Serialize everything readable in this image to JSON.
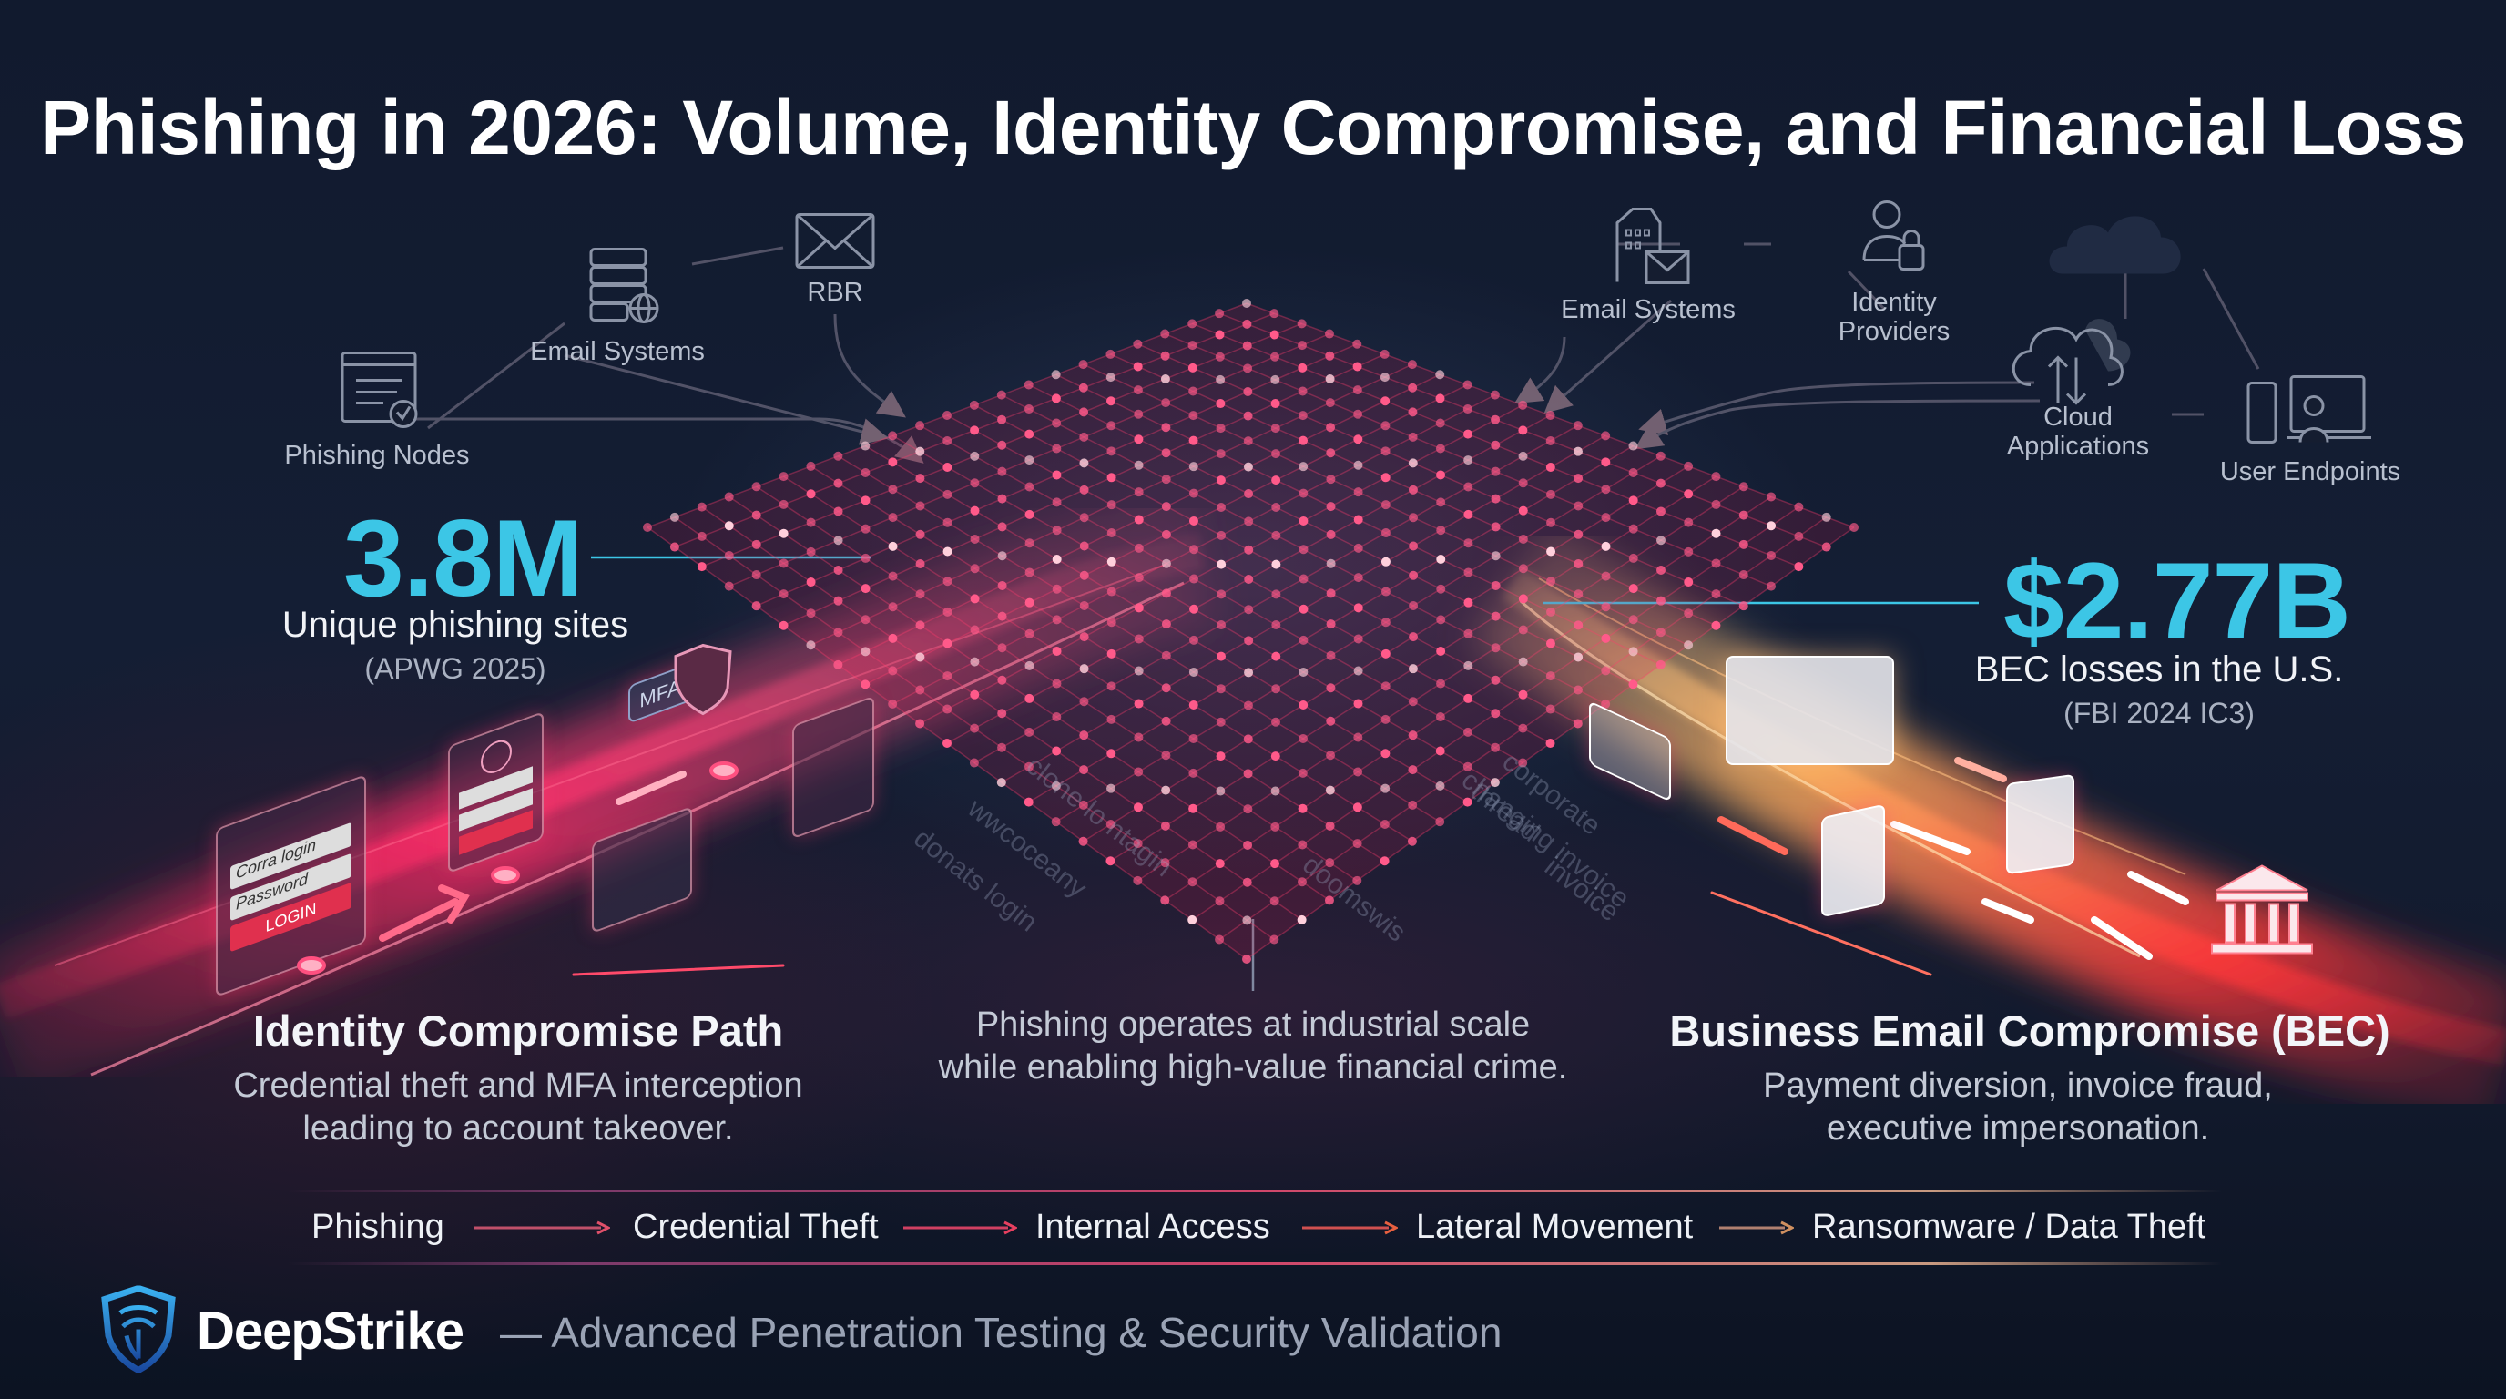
{
  "title": "Phishing in 2026: Volume, Identity Compromise, and Financial Loss",
  "left_nodes": [
    {
      "label": "Phishing Nodes",
      "icon": "browser-check-icon"
    },
    {
      "label": "Email Systems",
      "icon": "server-globe-icon"
    },
    {
      "label": "RBR",
      "icon": "envelope-icon"
    }
  ],
  "right_nodes": [
    {
      "label": "Email Systems",
      "icon": "building-mail-icon"
    },
    {
      "label_line1": "Identity",
      "label_line2": "Providers",
      "icon": "user-lock-icon"
    },
    {
      "label_line1": "Cloud",
      "label_line2": "Applications",
      "icon": "cloud-sync-icon"
    },
    {
      "label": "User Endpoints",
      "icon": "devices-user-icon"
    }
  ],
  "stat_left": {
    "value": "3.8M",
    "label": "Unique phishing sites",
    "source": "(APWG 2025)"
  },
  "stat_right": {
    "value": "$2.77B",
    "label": "BEC losses in the U.S.",
    "source": "(FBI 2024 IC3)"
  },
  "identity_path": {
    "title": "Identity Compromise Path",
    "desc_line1": "Credential theft and MFA interception",
    "desc_line2": "leading to account takeover."
  },
  "center_note": {
    "line1": "Phishing operates at industrial scale",
    "line2": "while enabling high-value financial crime."
  },
  "bec": {
    "title": "Business Email Compromise (BEC)",
    "desc_line1": "Payment diversion, invoice fraud,",
    "desc_line2": "executive impersonation."
  },
  "cards": {
    "mfa": "MFA",
    "login": "LOGIN",
    "username": "Corra login",
    "password": "Password"
  },
  "diagonal_words": [
    "clone lo ntagin",
    "wwcoceany",
    "donats login",
    "invoice",
    "doomswis",
    "changing invoice",
    "thread",
    "corporate"
  ],
  "flow": [
    "Phishing",
    "Credential Theft",
    "Internal Access",
    "Lateral Movement",
    "Ransomware / Data Theft"
  ],
  "footer": {
    "brand": "DeepStrike",
    "tagline": "— Advanced Penetration Testing & Security Validation"
  },
  "colors": {
    "accent_cyan": "#3cc6e6",
    "identity_pink": "#e8345f",
    "bec_orange": "#f0a050",
    "background": "#111a2e"
  }
}
